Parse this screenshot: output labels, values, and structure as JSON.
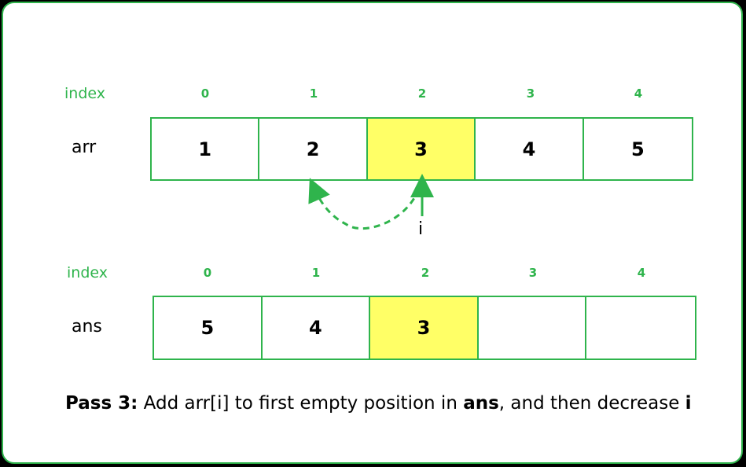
{
  "top": {
    "index_label": "index",
    "row_label": "arr",
    "indices": [
      "0",
      "1",
      "2",
      "3",
      "4"
    ],
    "cells": [
      "1",
      "2",
      "3",
      "4",
      "5"
    ],
    "highlight_index": 2,
    "pointer_label": "i"
  },
  "bottom": {
    "index_label": "index",
    "row_label": "ans",
    "indices": [
      "0",
      "1",
      "2",
      "3",
      "4"
    ],
    "cells": [
      "5",
      "4",
      "3",
      "",
      ""
    ],
    "highlight_index": 2
  },
  "caption": {
    "pass": "Pass 3:",
    "text1": " Add arr[i] to first empty position in ",
    "ans": "ans",
    "text2": ", and then decrease ",
    "i": "i"
  },
  "colors": {
    "accent": "#2fb44c",
    "highlight": "#ffff66",
    "frame": "#000000"
  }
}
